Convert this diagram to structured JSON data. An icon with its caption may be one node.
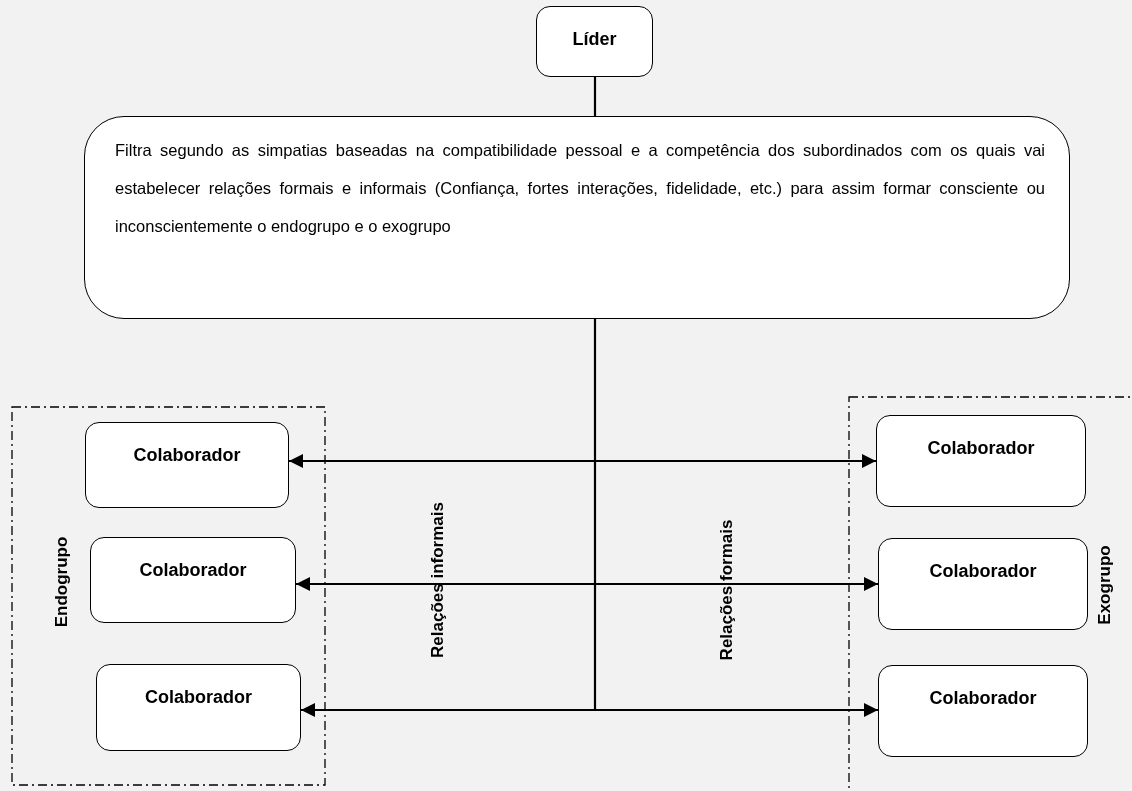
{
  "diagram": {
    "nodes": [
      {
        "text": [
          "Líder"
        ]
      },
      {
        "text": [
          "Filtra segundo as simpatias baseadas na compatibilidade pessoal e a competência dos subordinados com os quais vai estabelecer relações formais e informais (Confiança, fortes interações, fidelidade, etc.) para assim formar consciente ou inconscientemente o endogrupo e o exogrupo"
        ]
      },
      {
        "text": [
          "Endogrupo"
        ]
      },
      {
        "text": [
          "Colaborador"
        ],
        "in": 2
      },
      {
        "text": [
          "Colaborador"
        ],
        "in": 2
      },
      {
        "text": [
          "Colaborador"
        ],
        "in": 2
      },
      {
        "text": [
          "Exogrupo"
        ]
      },
      {
        "text": [
          "Colaborador"
        ],
        "in": 6
      },
      {
        "text": [
          "Colaborador"
        ],
        "in": 6
      },
      {
        "text": [
          "Colaborador"
        ],
        "in": 6
      }
    ],
    "edges": [
      {
        "from": 0,
        "to": 1,
        "arrow": "none"
      },
      {
        "from": 1,
        "to": null,
        "arrow": "none"
      },
      {
        "from": 3,
        "to": 7,
        "arrow": "both"
      },
      {
        "from": 4,
        "to": 8,
        "arrow": "both"
      },
      {
        "from": 5,
        "to": 9,
        "arrow": "both"
      }
    ],
    "labels": [
      "Relações informais",
      "Relações formais"
    ]
  }
}
